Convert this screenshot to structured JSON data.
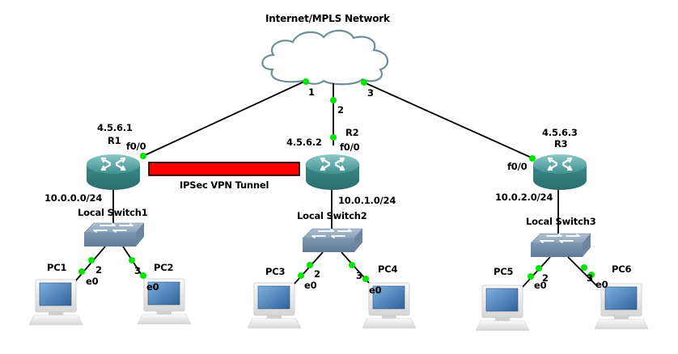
{
  "title": "Internet/MPLS Network",
  "cloud": {
    "name": "Internet/MPLS Network",
    "ports": [
      "1",
      "2",
      "3"
    ]
  },
  "vpn_tunnel": {
    "label": "IPSec VPN Tunnel",
    "color": "#ff0000",
    "endpoints": [
      "R1",
      "R2"
    ]
  },
  "routers": [
    {
      "name": "R1",
      "public_ip": "4.5.6.1",
      "interface": "f0/0",
      "cloud_port": "1",
      "lan": "10.0.0.0/24",
      "switch": "Local Switch1"
    },
    {
      "name": "R2",
      "public_ip": "4.5.6.2",
      "interface": "f0/0",
      "cloud_port": "2",
      "lan": "10.0.1.0/24",
      "switch": "Local Switch2"
    },
    {
      "name": "R3",
      "public_ip": "4.5.6.3",
      "interface": "f0/0",
      "cloud_port": "3",
      "lan": "10.0.2.0/24",
      "switch": "Local Switch3"
    }
  ],
  "switches": [
    {
      "name": "Local Switch1",
      "ports": [
        "2",
        "3"
      ]
    },
    {
      "name": "Local Switch2",
      "ports": [
        "2",
        "3"
      ]
    },
    {
      "name": "Local Switch3",
      "ports": [
        "2",
        "3"
      ]
    }
  ],
  "pcs": [
    {
      "name": "PC1",
      "interface": "e0",
      "switch_port": "2"
    },
    {
      "name": "PC2",
      "interface": "e0",
      "switch_port": "3"
    },
    {
      "name": "PC3",
      "interface": "e0",
      "switch_port": "2"
    },
    {
      "name": "PC4",
      "interface": "e0",
      "switch_port": "3"
    },
    {
      "name": "PC5",
      "interface": "e0",
      "switch_port": "2"
    },
    {
      "name": "PC6",
      "interface": "e0",
      "switch_port": "3"
    }
  ],
  "colors": {
    "link": "#000000",
    "port_up": "#00e600",
    "router_body": "#3f8f8f",
    "switch_body": "#7f9bb5",
    "cloud_outline": "#6f8f96",
    "pc_screen": "#4a7fb5"
  }
}
